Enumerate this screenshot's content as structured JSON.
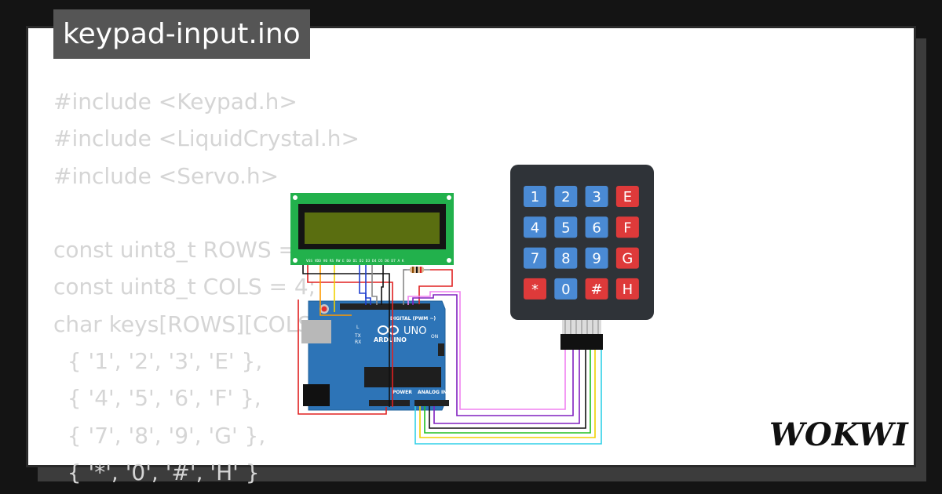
{
  "title": "keypad-input.ino",
  "code_lines": [
    "#include <Keypad.h>",
    "#include <LiquidCrystal.h>",
    "#include <Servo.h>",
    "",
    "const uint8_t ROWS = 4;",
    "const uint8_t COLS = 4;",
    "char keys[ROWS][COLS] = {",
    "  { '1', '2', '3', 'E' },",
    "  { '4', '5', '6', 'F' },",
    "  { '7', '8', '9', 'G' },",
    "  { '*', '0', '#', 'H' }"
  ],
  "brand": "WOKWI",
  "lcd_pin_labels": "VSS VDD V0 RS RW E D0 D1 D2 D3 D4 D5 D6 D7 A K",
  "arduino": {
    "model": "UNO",
    "brand": "ARDUINO",
    "digital_label": "DIGITAL (PWM ~)",
    "power_label": "POWER",
    "analog_label": "ANALOG IN",
    "on_label": "ON",
    "led_labels": [
      "L",
      "TX",
      "RX"
    ]
  },
  "keypad": {
    "keys": [
      [
        "1",
        "2",
        "3",
        "E"
      ],
      [
        "4",
        "5",
        "6",
        "F"
      ],
      [
        "7",
        "8",
        "9",
        "G"
      ],
      [
        "*",
        "0",
        "#",
        "H"
      ]
    ],
    "colors": {
      "body": "#2f3338",
      "digit_key": "#4a8ad4",
      "function_key": "#de3a3a"
    }
  },
  "colors": {
    "lcd_pcb": "#22b14c",
    "lcd_screen": "#5a6e10",
    "arduino_board": "#2d74b7",
    "wire_red": "#e02020",
    "wire_orange": "#ff9900",
    "wire_yellow": "#f0d000",
    "wire_blue": "#2040d0",
    "wire_black": "#111111",
    "wire_purple": "#8020c0",
    "wire_pink": "#f080f0",
    "wire_green": "#20c020",
    "wire_cyan": "#30d0e8",
    "wire_gray": "#888888"
  }
}
